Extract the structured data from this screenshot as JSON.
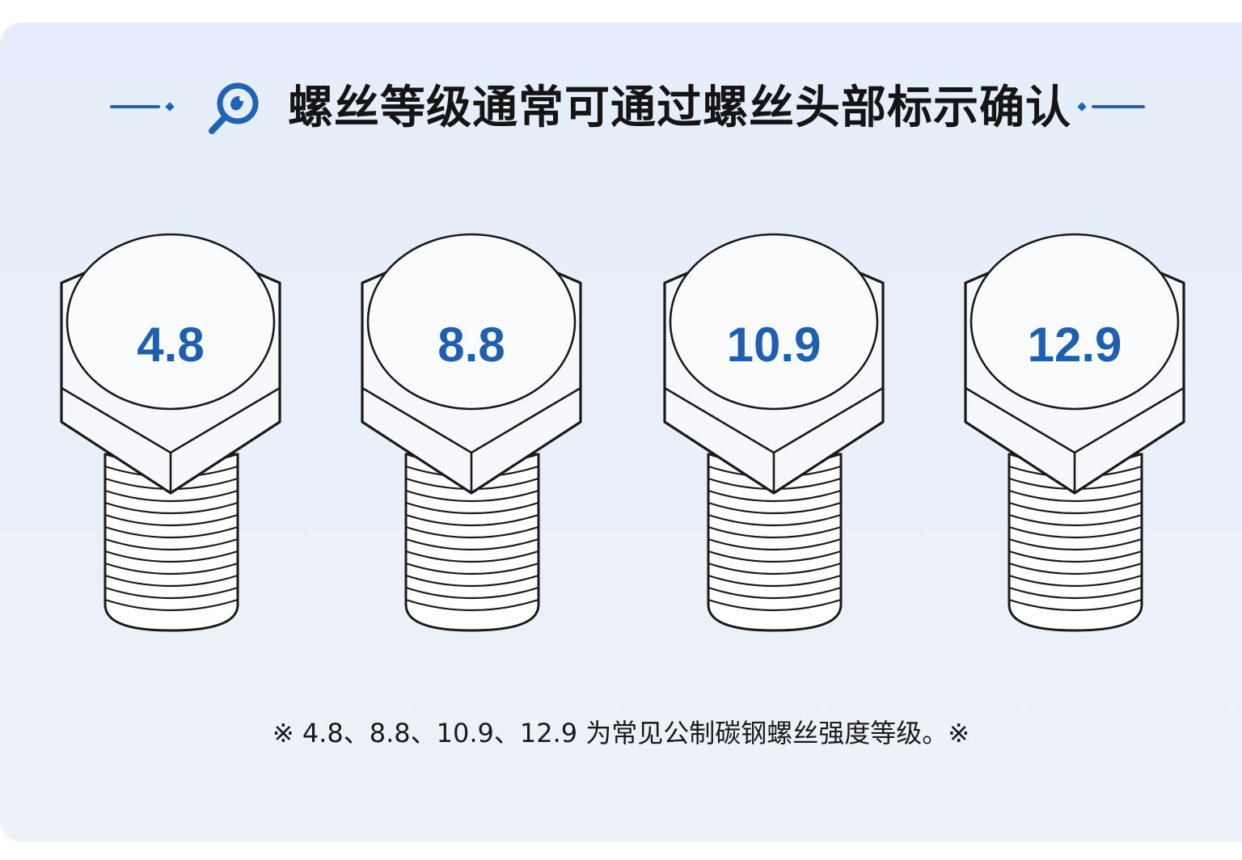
{
  "header": {
    "title": "螺丝等级通常可通过螺丝头部标示确认",
    "icon": "magnifier-icon"
  },
  "bolts": [
    {
      "grade": "4.8"
    },
    {
      "grade": "8.8"
    },
    {
      "grade": "10.9"
    },
    {
      "grade": "12.9"
    }
  ],
  "footer": {
    "note": "※ 4.8、8.8、10.9、12.9 为常见公制碳钢螺丝强度等级。※"
  },
  "colors": {
    "accent": "#1f63b5",
    "grade_text": "#1f5fb0",
    "line": "#1a1a1a",
    "background": "#e7eef8"
  }
}
